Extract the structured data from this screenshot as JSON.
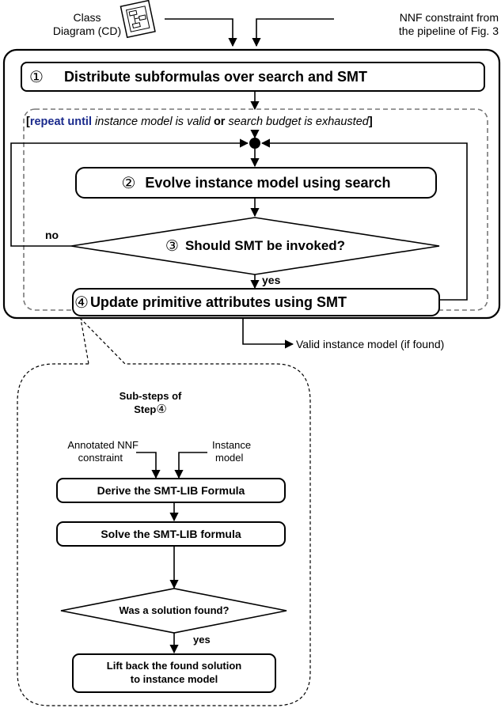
{
  "inputs": {
    "class_diagram_line1": "Class",
    "class_diagram_line2": "Diagram (CD)",
    "nnf_line1": "NNF constraint from",
    "nnf_line2": "the pipeline of Fig. 3"
  },
  "steps": {
    "step1": {
      "num": "①",
      "label": "Distribute subformulas over search and SMT"
    },
    "step2": {
      "num": "②",
      "label": "Evolve instance model using search"
    },
    "step3": {
      "num": "③",
      "label": "Should SMT be invoked?"
    },
    "step4": {
      "num": "④",
      "label": "Update primitive attributes using SMT"
    }
  },
  "loop": {
    "open_bracket": "[",
    "repeat_until": "repeat until",
    "cond1": "instance model is valid",
    "or": "or",
    "cond2": "search budget is exhausted",
    "close_bracket": "]",
    "no_label": "no",
    "yes_label": "yes"
  },
  "output": {
    "label": "Valid instance model (if found)"
  },
  "substeps": {
    "title_line1": "Sub-steps of",
    "title_line2": "Step",
    "title_num": "④",
    "annotated_line1": "Annotated NNF",
    "annotated_line2": "constraint",
    "instance_line1": "Instance",
    "instance_line2": "model",
    "derive": "Derive the SMT-LIB Formula",
    "solve": "Solve the SMT-LIB formula",
    "decision": "Was a solution found?",
    "yes_label": "yes",
    "lift_line1": "Lift back the found solution",
    "lift_line2": "to instance model"
  }
}
